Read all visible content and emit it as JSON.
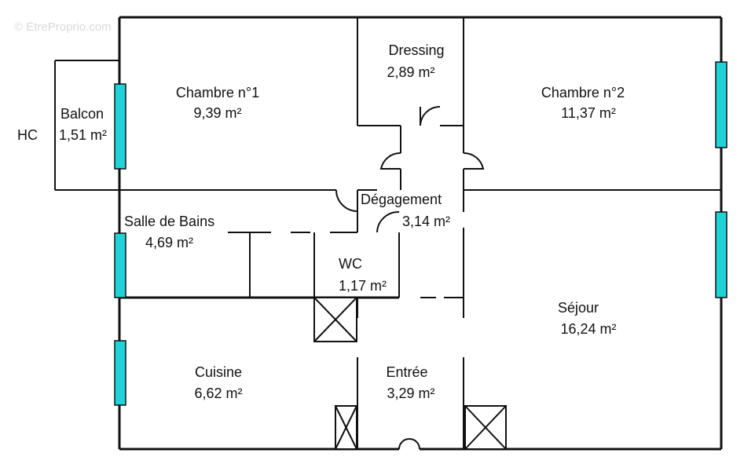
{
  "watermark": "© EtreProprio.com",
  "outside_label": "HC",
  "rooms": [
    {
      "name": "Dressing",
      "area": "2,89 m²"
    },
    {
      "name": "Chambre n°1",
      "area": "9,39 m²"
    },
    {
      "name": "Chambre n°2",
      "area": "11,37 m²"
    },
    {
      "name": "Balcon",
      "area": "1,51 m²"
    },
    {
      "name": "Dégagement",
      "area": "3,14 m²"
    },
    {
      "name": "Salle de Bains",
      "area": "4,69 m²"
    },
    {
      "name": "WC",
      "area": "1,17 m²"
    },
    {
      "name": "Séjour",
      "area": "16,24 m²"
    },
    {
      "name": "Cuisine",
      "area": "6,62 m²"
    },
    {
      "name": "Entrée",
      "area": "3,29 m²"
    }
  ],
  "colors": {
    "walls": "#111111",
    "windows": "#1fd3d8",
    "background": "#ffffff"
  }
}
